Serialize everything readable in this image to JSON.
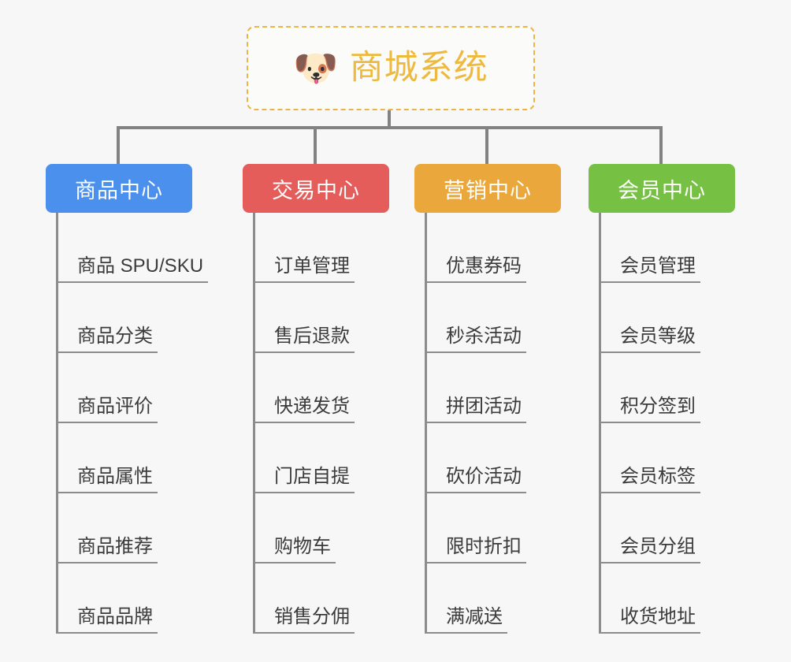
{
  "page": {
    "background_color": "#f7f7f7",
    "text_color": "#3a3a3a",
    "connector_color": "#828282"
  },
  "root": {
    "icon": "shiba-dog-face-emoji",
    "icon_glyph": "🐶",
    "title": "商城系统",
    "title_color": "#edb93f",
    "border_color": "#eab543",
    "border_style": "dashed"
  },
  "categories": [
    {
      "id": "product-center",
      "label": "商品中心",
      "color": "#4a90ec",
      "items": [
        {
          "label": "商品 SPU/SKU"
        },
        {
          "label": "商品分类"
        },
        {
          "label": "商品评价"
        },
        {
          "label": "商品属性"
        },
        {
          "label": "商品推荐"
        },
        {
          "label": "商品品牌"
        }
      ]
    },
    {
      "id": "trade-center",
      "label": "交易中心",
      "color": "#e45d5b",
      "items": [
        {
          "label": "订单管理"
        },
        {
          "label": "售后退款"
        },
        {
          "label": "快递发货"
        },
        {
          "label": "门店自提"
        },
        {
          "label": "购物车"
        },
        {
          "label": "销售分佣"
        }
      ]
    },
    {
      "id": "marketing-center",
      "label": "营销中心",
      "color": "#eaa83c",
      "items": [
        {
          "label": "优惠券码"
        },
        {
          "label": "秒杀活动"
        },
        {
          "label": "拼团活动"
        },
        {
          "label": "砍价活动"
        },
        {
          "label": "限时折扣"
        },
        {
          "label": "满减送"
        }
      ]
    },
    {
      "id": "member-center",
      "label": "会员中心",
      "color": "#76c043",
      "items": [
        {
          "label": "会员管理"
        },
        {
          "label": "会员等级"
        },
        {
          "label": "积分签到"
        },
        {
          "label": "会员标签"
        },
        {
          "label": "会员分组"
        },
        {
          "label": "收货地址"
        }
      ]
    }
  ]
}
